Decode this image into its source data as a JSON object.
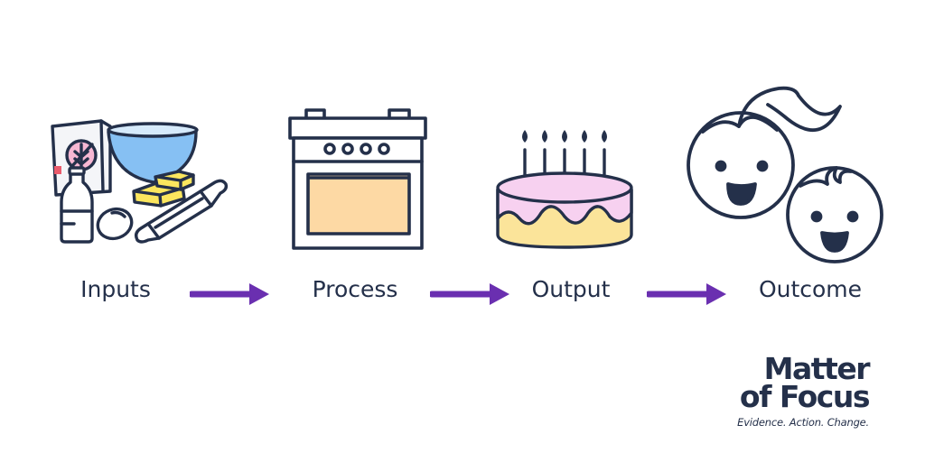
{
  "steps": [
    {
      "label": "Inputs",
      "icon": "baking-ingredients-icon"
    },
    {
      "label": "Process",
      "icon": "oven-icon"
    },
    {
      "label": "Output",
      "icon": "birthday-cake-icon"
    },
    {
      "label": "Outcome",
      "icon": "happy-children-icon"
    }
  ],
  "brand": {
    "line1": "Matter",
    "line2": "of Focus",
    "tagline": "Evidence. Action. Change."
  },
  "colors": {
    "ink": "#24304a",
    "arrow": "#6a2fb0",
    "bowl": "#86c0f3",
    "butter": "#fbe65e",
    "oven_window": "#fdd9a4",
    "cake_top": "#f7d1f0",
    "cake_base": "#fbe49a",
    "flour_label": "#f6b7d3"
  }
}
